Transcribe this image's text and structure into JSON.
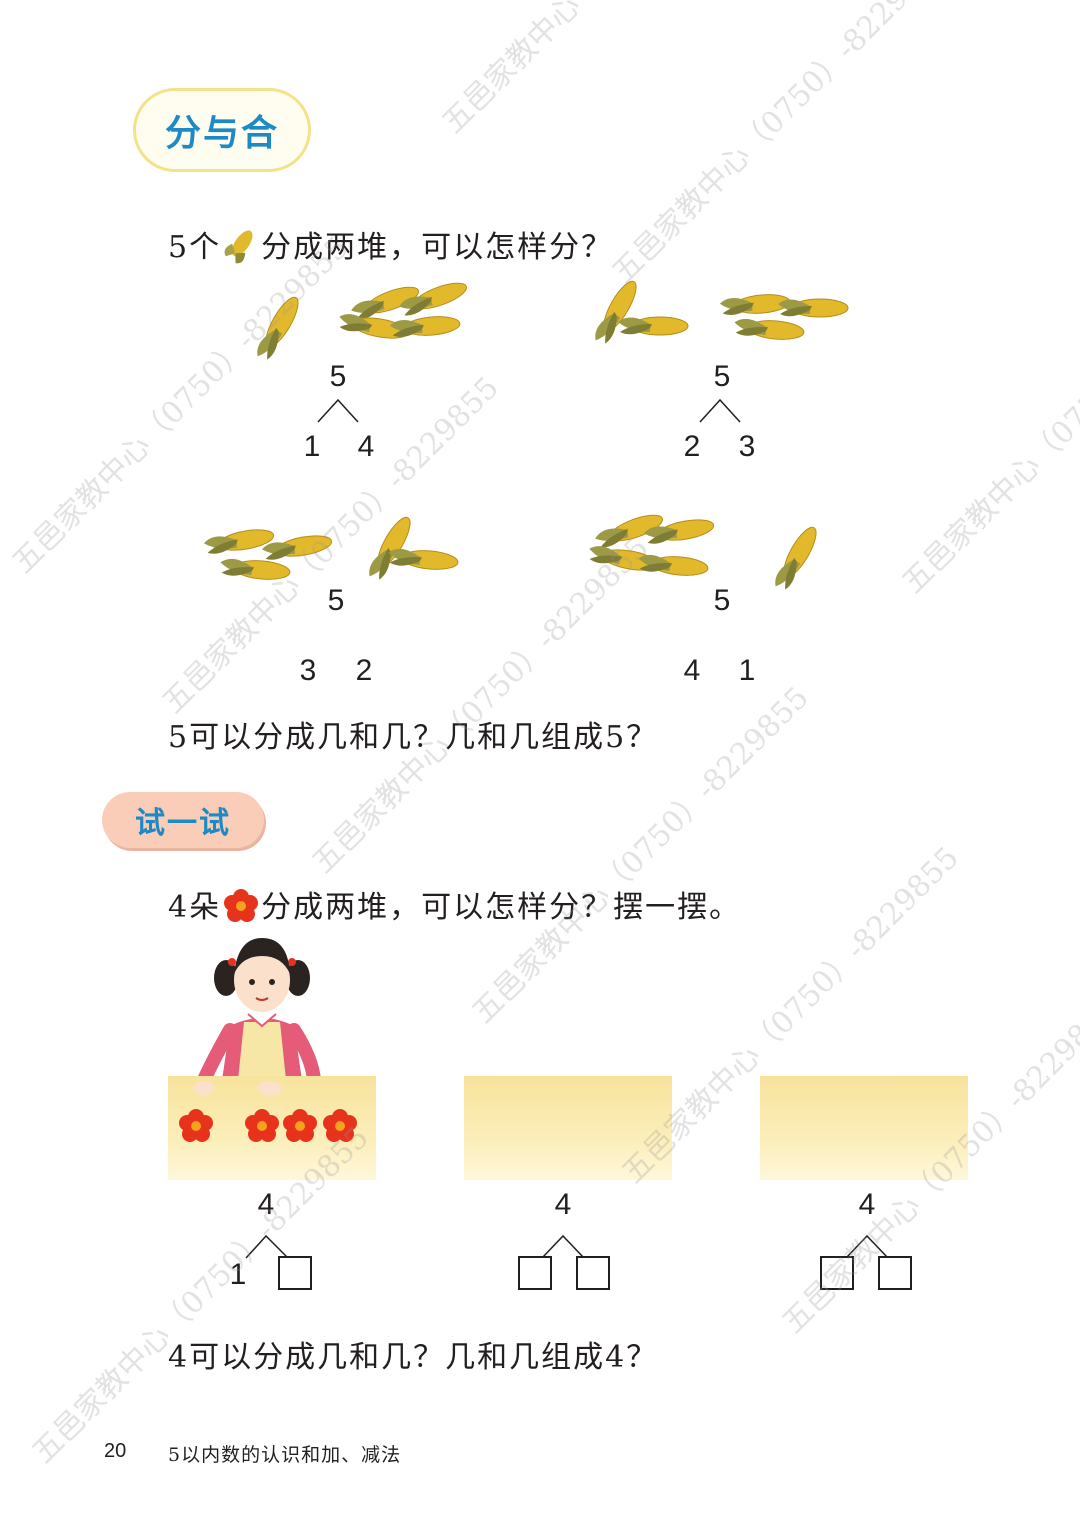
{
  "title": "分与合",
  "question1": {
    "prefix": "5个",
    "suffix": "分成两堆，可以怎样分？",
    "icon": "corn-icon"
  },
  "groups": [
    {
      "total": "5",
      "left": "1",
      "right": "4"
    },
    {
      "total": "5",
      "left": "2",
      "right": "3"
    },
    {
      "total": "5",
      "left": "3",
      "right": "2"
    },
    {
      "total": "5",
      "left": "4",
      "right": "1"
    }
  ],
  "question2": "5可以分成几和几？几和几组成5？",
  "try_label": "试一试",
  "question3": {
    "prefix": "4朵",
    "suffix": "分成两堆，可以怎样分？摆一摆。",
    "icon": "flower-icon"
  },
  "try_groups": [
    {
      "total": "4",
      "left": "1"
    },
    {
      "total": "4"
    },
    {
      "total": "4"
    }
  ],
  "question4": "4可以分成几和几？几和几组成4？",
  "footer": {
    "page": "20",
    "chapter": "5以内数的认识和加、减法"
  },
  "watermark": "五邑家教中心（0750）-8229855",
  "colors": {
    "title_blue": "#1c8ac4",
    "corn": "#e3b92c",
    "flower": "#e8331c",
    "mat": "#f7e39c",
    "pill": "#f9cdb8"
  }
}
